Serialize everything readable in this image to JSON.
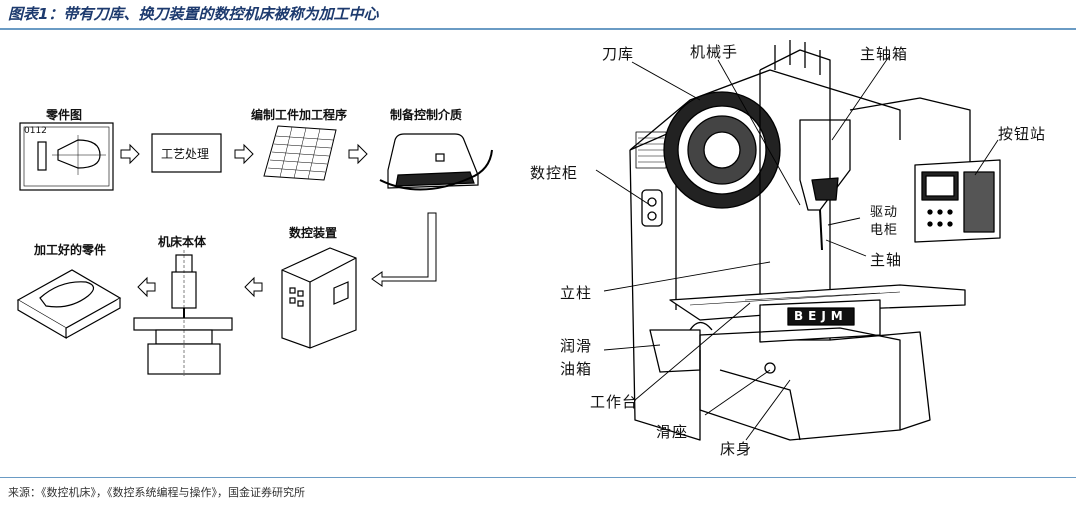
{
  "header": {
    "title": "图表1：带有刀库、换刀装置的数控机床被称为加工中心"
  },
  "flow": {
    "part_drawing": "零件图",
    "part_number": "0112",
    "process": "工艺处理",
    "programming": "编制工件加工程序",
    "control_media": "制备控制介质",
    "nc_device": "数控装置",
    "machine_body": "机床本体",
    "finished_part": "加工好的零件"
  },
  "machine": {
    "tool_magazine": "刀库",
    "manipulator": "机械手",
    "spindle_box": "主轴箱",
    "button_station": "按钮站",
    "nc_cabinet": "数控柜",
    "drive_cabinet_1": "驱动",
    "drive_cabinet_2": "电柜",
    "spindle": "主轴",
    "column": "立柱",
    "lube_tank_1": "润滑",
    "lube_tank_2": "油箱",
    "worktable": "工作台",
    "saddle": "滑座",
    "bed": "床身",
    "brand": "BEJM"
  },
  "footer": {
    "source": "来源：《数控机床》，《数控系统编程与操作》，国金证券研究所"
  }
}
